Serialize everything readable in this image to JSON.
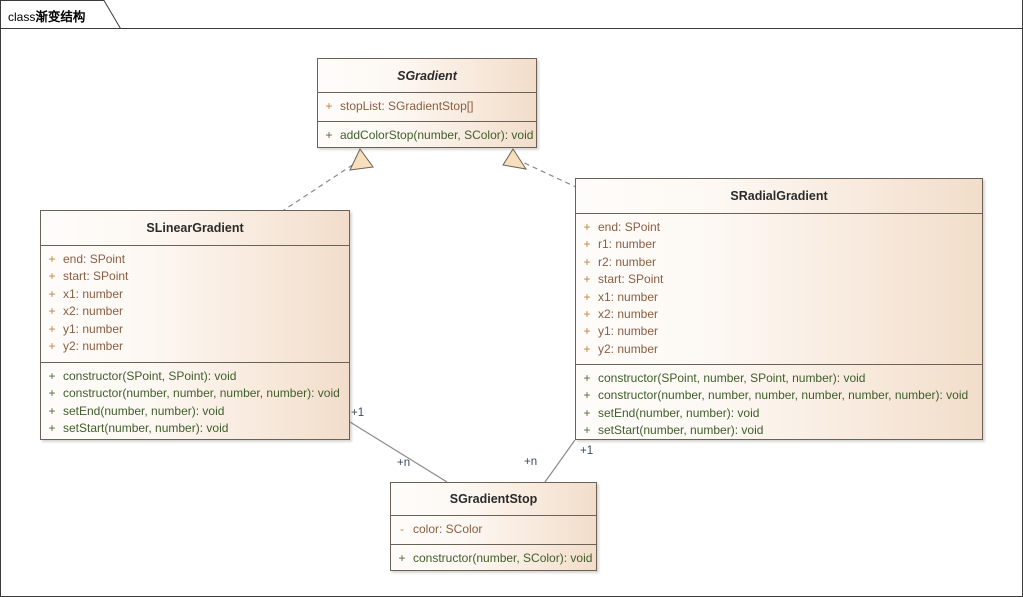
{
  "diagram": {
    "tab_prefix": "class",
    "tab_title": "渐变结构",
    "tab_full": "class渐变结构",
    "colors": {
      "box_fill_light": "#fefcfa",
      "box_fill_dark": "#f2ddca",
      "box_border": "#6b6257",
      "attribute_text": "#8a5e42",
      "attribute_visibility": "#c87f3a",
      "method_text": "#3f5e2c",
      "method_visibility": "#4d6b33",
      "connector_line": "#8a8a8a",
      "arrowhead_fill": "#f7dfbc",
      "title_text": "#2b2b2b",
      "multiplicity_text": "#3c4a5c",
      "frame_border": "#3b3b3b"
    }
  },
  "classes": {
    "sgradient": {
      "name": "SGradient",
      "abstract": true,
      "attributes": [
        {
          "visibility": "+",
          "text": "stopList: SGradientStop[]"
        }
      ],
      "methods": [
        {
          "visibility": "+",
          "text": "addColorStop(number, SColor): void"
        }
      ]
    },
    "slineargradient": {
      "name": "SLinearGradient",
      "abstract": false,
      "attributes": [
        {
          "visibility": "+",
          "text": "end: SPoint"
        },
        {
          "visibility": "+",
          "text": "start: SPoint"
        },
        {
          "visibility": "+",
          "text": "x1: number"
        },
        {
          "visibility": "+",
          "text": "x2: number"
        },
        {
          "visibility": "+",
          "text": "y1: number"
        },
        {
          "visibility": "+",
          "text": "y2: number"
        }
      ],
      "methods": [
        {
          "visibility": "+",
          "text": "constructor(SPoint, SPoint): void"
        },
        {
          "visibility": "+",
          "text": "constructor(number, number, number, number): void"
        },
        {
          "visibility": "+",
          "text": "setEnd(number, number): void"
        },
        {
          "visibility": "+",
          "text": "setStart(number, number): void"
        }
      ]
    },
    "sradialgradient": {
      "name": "SRadialGradient",
      "abstract": false,
      "attributes": [
        {
          "visibility": "+",
          "text": "end: SPoint"
        },
        {
          "visibility": "+",
          "text": "r1: number"
        },
        {
          "visibility": "+",
          "text": "r2: number"
        },
        {
          "visibility": "+",
          "text": "start: SPoint"
        },
        {
          "visibility": "+",
          "text": "x1: number"
        },
        {
          "visibility": "+",
          "text": "x2: number"
        },
        {
          "visibility": "+",
          "text": "y1: number"
        },
        {
          "visibility": "+",
          "text": "y2: number"
        }
      ],
      "methods": [
        {
          "visibility": "+",
          "text": "constructor(SPoint, number, SPoint, number): void"
        },
        {
          "visibility": "+",
          "text": "constructor(number, number, number, number, number, number): void"
        },
        {
          "visibility": "+",
          "text": "setEnd(number, number): void"
        },
        {
          "visibility": "+",
          "text": "setStart(number, number): void"
        }
      ]
    },
    "sgradientstop": {
      "name": "SGradientStop",
      "abstract": false,
      "attributes": [
        {
          "visibility": "-",
          "text": "color: SColor"
        }
      ],
      "methods": [
        {
          "visibility": "+",
          "text": "constructor(number, SColor): void"
        }
      ]
    }
  },
  "relationships": [
    {
      "id": "rel-linear-generalization",
      "type": "realization",
      "from": "SLinearGradient",
      "to": "SGradient",
      "style": "dashed",
      "arrowhead": "hollow-triangle"
    },
    {
      "id": "rel-radial-generalization",
      "type": "realization",
      "from": "SRadialGradient",
      "to": "SGradient",
      "style": "dashed",
      "arrowhead": "hollow-triangle"
    },
    {
      "id": "rel-linear-stop",
      "type": "association",
      "from": "SLinearGradient",
      "to": "SGradientStop",
      "style": "solid",
      "source_multiplicity": "+1",
      "target_multiplicity": "+n"
    },
    {
      "id": "rel-radial-stop",
      "type": "association",
      "from": "SRadialGradient",
      "to": "SGradientStop",
      "style": "solid",
      "source_multiplicity": "+1",
      "target_multiplicity": "+n"
    }
  ],
  "multiplicity_labels": {
    "linear_one": "+1",
    "linear_n": "+n",
    "radial_one": "+1",
    "radial_n": "+n"
  }
}
